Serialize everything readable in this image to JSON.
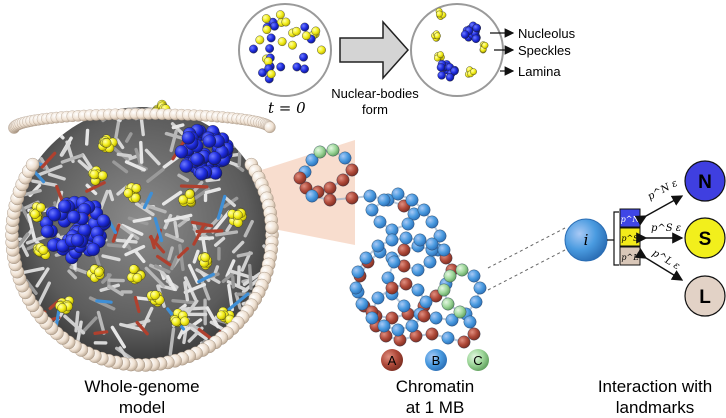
{
  "top_panel": {
    "time_label": "t = 0",
    "arrow_label_line1": "Nuclear-bodies",
    "arrow_label_line2": "form",
    "landmark_labels": [
      "Nucleolus",
      "Speckles",
      "Lamina"
    ]
  },
  "captions": {
    "left_line1": "Whole-genome",
    "left_line2": "model",
    "middle_line1": "Chromatin",
    "middle_line2": "at 1 MB",
    "right_line1": "Interaction with",
    "right_line2": "landmarks"
  },
  "chromatin_types": [
    {
      "letter": "A",
      "color": "#b04a3a"
    },
    {
      "letter": "B",
      "color": "#4a9be0"
    },
    {
      "letter": "C",
      "color": "#9ed79a"
    }
  ],
  "interaction": {
    "bead_label": "i",
    "channels": [
      {
        "label": "p^N",
        "color": "#3f46e6"
      },
      {
        "label": "p^S",
        "color": "#f2ea1a"
      },
      {
        "label": "p^L",
        "color": "#d9c7b8"
      }
    ],
    "arrow_labels": [
      "p^N ε",
      "p^S ε",
      "p^L ε"
    ],
    "landmarks": [
      {
        "letter": "N",
        "color": "#3f3fe0"
      },
      {
        "letter": "S",
        "color": "#f2ef1c"
      },
      {
        "letter": "L",
        "color": "#e2d2c6"
      }
    ]
  },
  "colors": {
    "nucleolus": "#1f2de0",
    "speckle": "#f3ee1a",
    "lamina_bead": "#efe1d2",
    "chromatin_gray": "#a7a7a7",
    "arrow_gray": "#d4d4d4"
  }
}
